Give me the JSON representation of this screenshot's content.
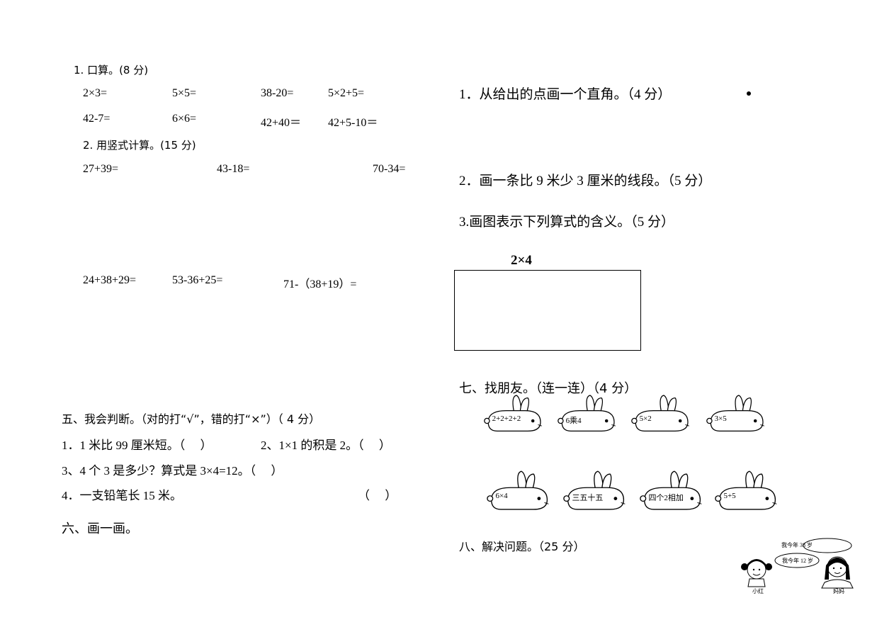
{
  "left": {
    "q1_title": "1. 口算。(8 分)",
    "q1_row1": [
      "2×3=",
      "5×5=",
      "38-20=",
      "5×2+5="
    ],
    "q1_row2": [
      "42-7=",
      "6×6=",
      "42+40＝",
      "42+5-10＝"
    ],
    "q2_title": "2. 用竖式计算。(15 分)",
    "q2_row1": [
      "27+39=",
      "43-18=",
      "70-34="
    ],
    "q2_row2": [
      "24+38+29=",
      "53-36+25=",
      "71-（38+19）="
    ],
    "s5_title": "五、我会判断。（对的打“√”，错的打“×”）（ 4 分）",
    "s5_item1": "1．1 米比 99 厘米短。（　 ）",
    "s5_item2": "2、1×1 的积是 2。（　 ）",
    "s5_item3": "3、4 个 3 是多少？算式是 3×4=12。（　 ）",
    "s5_item4": "4．一支铅笔长 15 米。",
    "s5_item4_paren": "（　 ）",
    "s6_title": "六、画一画。"
  },
  "right": {
    "q1": "1．从给出的点画一个直角。（4 分）",
    "q2": "2．画一条比 9 米少 3 厘米的线段。（5 分）",
    "q3": "3.画图表示下列算式的含义。（5 分）",
    "expr": "2×4",
    "s7_title": "七、找朋友。（连一连）（4 分）",
    "rabbits_row1": [
      "2+2+2+2",
      "6乘4",
      "5×2",
      "3×5"
    ],
    "rabbits_row2": [
      "6×4",
      "三五十五",
      "四个2相加",
      "5+5"
    ],
    "s8_title": "八、解决问题。（25 分）",
    "bubble_mom": "我今年 38 岁",
    "bubble_girl": "我今年 12 岁",
    "name_girl": "小红",
    "name_mom": "妈妈"
  }
}
